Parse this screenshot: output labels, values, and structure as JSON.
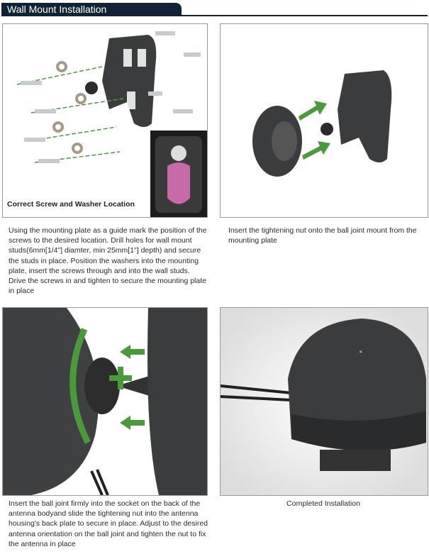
{
  "header": {
    "title": "Wall Mount Installation"
  },
  "steps": [
    {
      "image": "mounting-plate-screws-washers",
      "inset_label": "Correct Screw and Washer Location",
      "caption": "Using the mounting plate as a guide mark the position of the screws to the desired location. Drill holes for wall mount studs(6mm[1/4\"] diamter, min 25mm[1\"] depth) and secure the studs in place. Position the washers into the mounting plate, insert the screws through and into the wall studs. Drive the screws in and tighten to secure the mounting plate in place"
    },
    {
      "image": "tightening-nut-ball-joint",
      "caption": "Insert the tightening nut onto the ball joint mount from the mounting plate"
    },
    {
      "image": "ball-joint-into-socket",
      "caption": "Insert the ball joint firmly into the socket on the back of the antenna bodyand slide the tightening nut into the antenna housing's back plate to secure in place.  Adjust to the desired antenna orientation on the ball joint and tighten the nut to fix the antenna in place"
    },
    {
      "image": "completed-installation",
      "caption": "Completed Installation"
    }
  ],
  "colors": {
    "header": "#0f2236",
    "arrow": "#4a9a3c",
    "device": "#3a3c3e"
  }
}
